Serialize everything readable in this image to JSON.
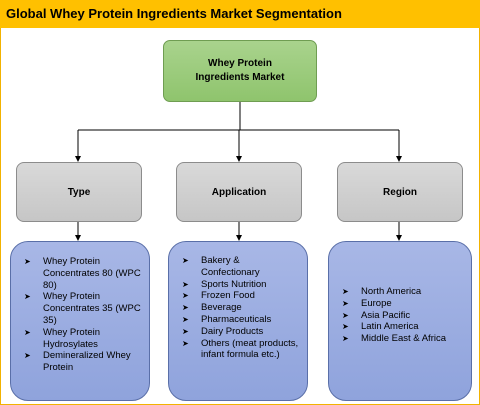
{
  "header": {
    "title": "Global Whey Protein Ingredients Market Segmentation"
  },
  "root": {
    "label": "Whey Protein Ingredients Market"
  },
  "categories": [
    {
      "label": "Type",
      "items": [
        "Whey Protein Concentrates 80 (WPC 80)",
        "Whey Protein Concentrates 35 (WPC 35)",
        "Whey Protein Hydrosylates",
        "Demineralized Whey Protein"
      ]
    },
    {
      "label": "Application",
      "items": [
        "Bakery & Confectionary",
        "Sports Nutrition",
        "Frozen Food",
        "Beverage",
        "Pharmaceuticals",
        "Dairy Products",
        "Others (meat products, infant formula etc.)"
      ]
    },
    {
      "label": "Region",
      "items": [
        "North America",
        "Europe",
        "Asia Pacific",
        "Latin America",
        "Middle East & Africa"
      ]
    }
  ],
  "colors": {
    "header": "#ffc000",
    "root_fill": "#9ccc7b",
    "category_fill": "#d0d0d0",
    "list_fill": "#9aade1"
  },
  "icons": {
    "bullet": "arrowhead-bullet-icon"
  }
}
